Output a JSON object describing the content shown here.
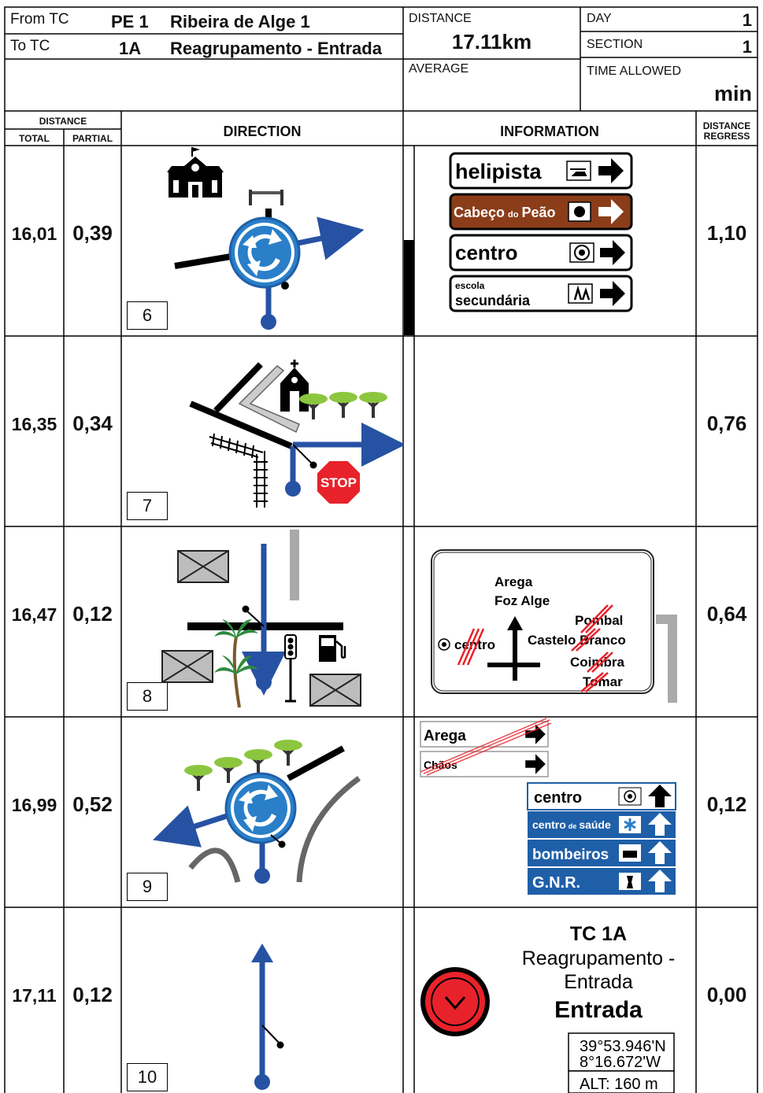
{
  "header": {
    "from_label": "From TC",
    "from_code": "PE 1",
    "from_name": "Ribeira de Alge 1",
    "to_label": "To TC",
    "to_code": "1A",
    "to_name": "Reagrupamento - Entrada",
    "distance_label": "DISTANCE",
    "distance_value": "17.11km",
    "average_label": "AVERAGE",
    "day_label": "DAY",
    "day_value": "1",
    "section_label": "SECTION",
    "section_value": "1",
    "time_allowed_label": "TIME ALLOWED",
    "time_unit": "min"
  },
  "columns": {
    "distance": "DISTANCE",
    "total": "TOTAL",
    "partial": "PARTIAL",
    "direction": "DIRECTION",
    "information": "INFORMATION",
    "regress_1": "DISTANCE",
    "regress_2": "REGRESS"
  },
  "rows": [
    {
      "total": "16,01",
      "partial": "0,39",
      "step": "6",
      "regress": "1,10"
    },
    {
      "total": "16,35",
      "partial": "0,34",
      "step": "7",
      "regress": "0,76"
    },
    {
      "total": "16,47",
      "partial": "0,12",
      "step": "8",
      "regress": "0,64"
    },
    {
      "total": "16,99",
      "partial": "0,52",
      "step": "9",
      "regress": "0,12"
    },
    {
      "total": "17,11",
      "partial": "0,12",
      "step": "10",
      "regress": "0,00"
    }
  ],
  "signs": {
    "row1": {
      "s1": "helipista",
      "s2_a": "Cabeço",
      "s2_b": "do",
      "s2_c": "Peão",
      "s3": "centro",
      "s4_a": "escola",
      "s4_b": "secundária"
    },
    "row2": {
      "stop": "STOP"
    },
    "row3": {
      "l1": "Arega",
      "l2": "Foz Alge",
      "l3": "Pombal",
      "l4": "Castelo Branco",
      "l5": "Coimbra",
      "l6": "Tomar",
      "left": "centro"
    },
    "row4": {
      "s1": "Arega",
      "s2": "Chãos",
      "b1": "centro",
      "b2_a": "centro",
      "b2_b": "de",
      "b2_c": "saúde",
      "b3": "bombeiros",
      "b4": "G.N.R."
    }
  },
  "final": {
    "tc": "TC 1A",
    "name_1": "Reagrupamento -",
    "name_2": "Entrada",
    "name_bold": "Entrada",
    "lat": "39°53.946'N",
    "lon": "8°16.672'W",
    "alt": "ALT: 160 m"
  },
  "colors": {
    "route_blue": "#2752a3",
    "sign_brown": "#8b3d1a",
    "sign_blue": "#1f5fa8",
    "stop_red": "#e8222a",
    "tree_green": "#8cc63f"
  }
}
